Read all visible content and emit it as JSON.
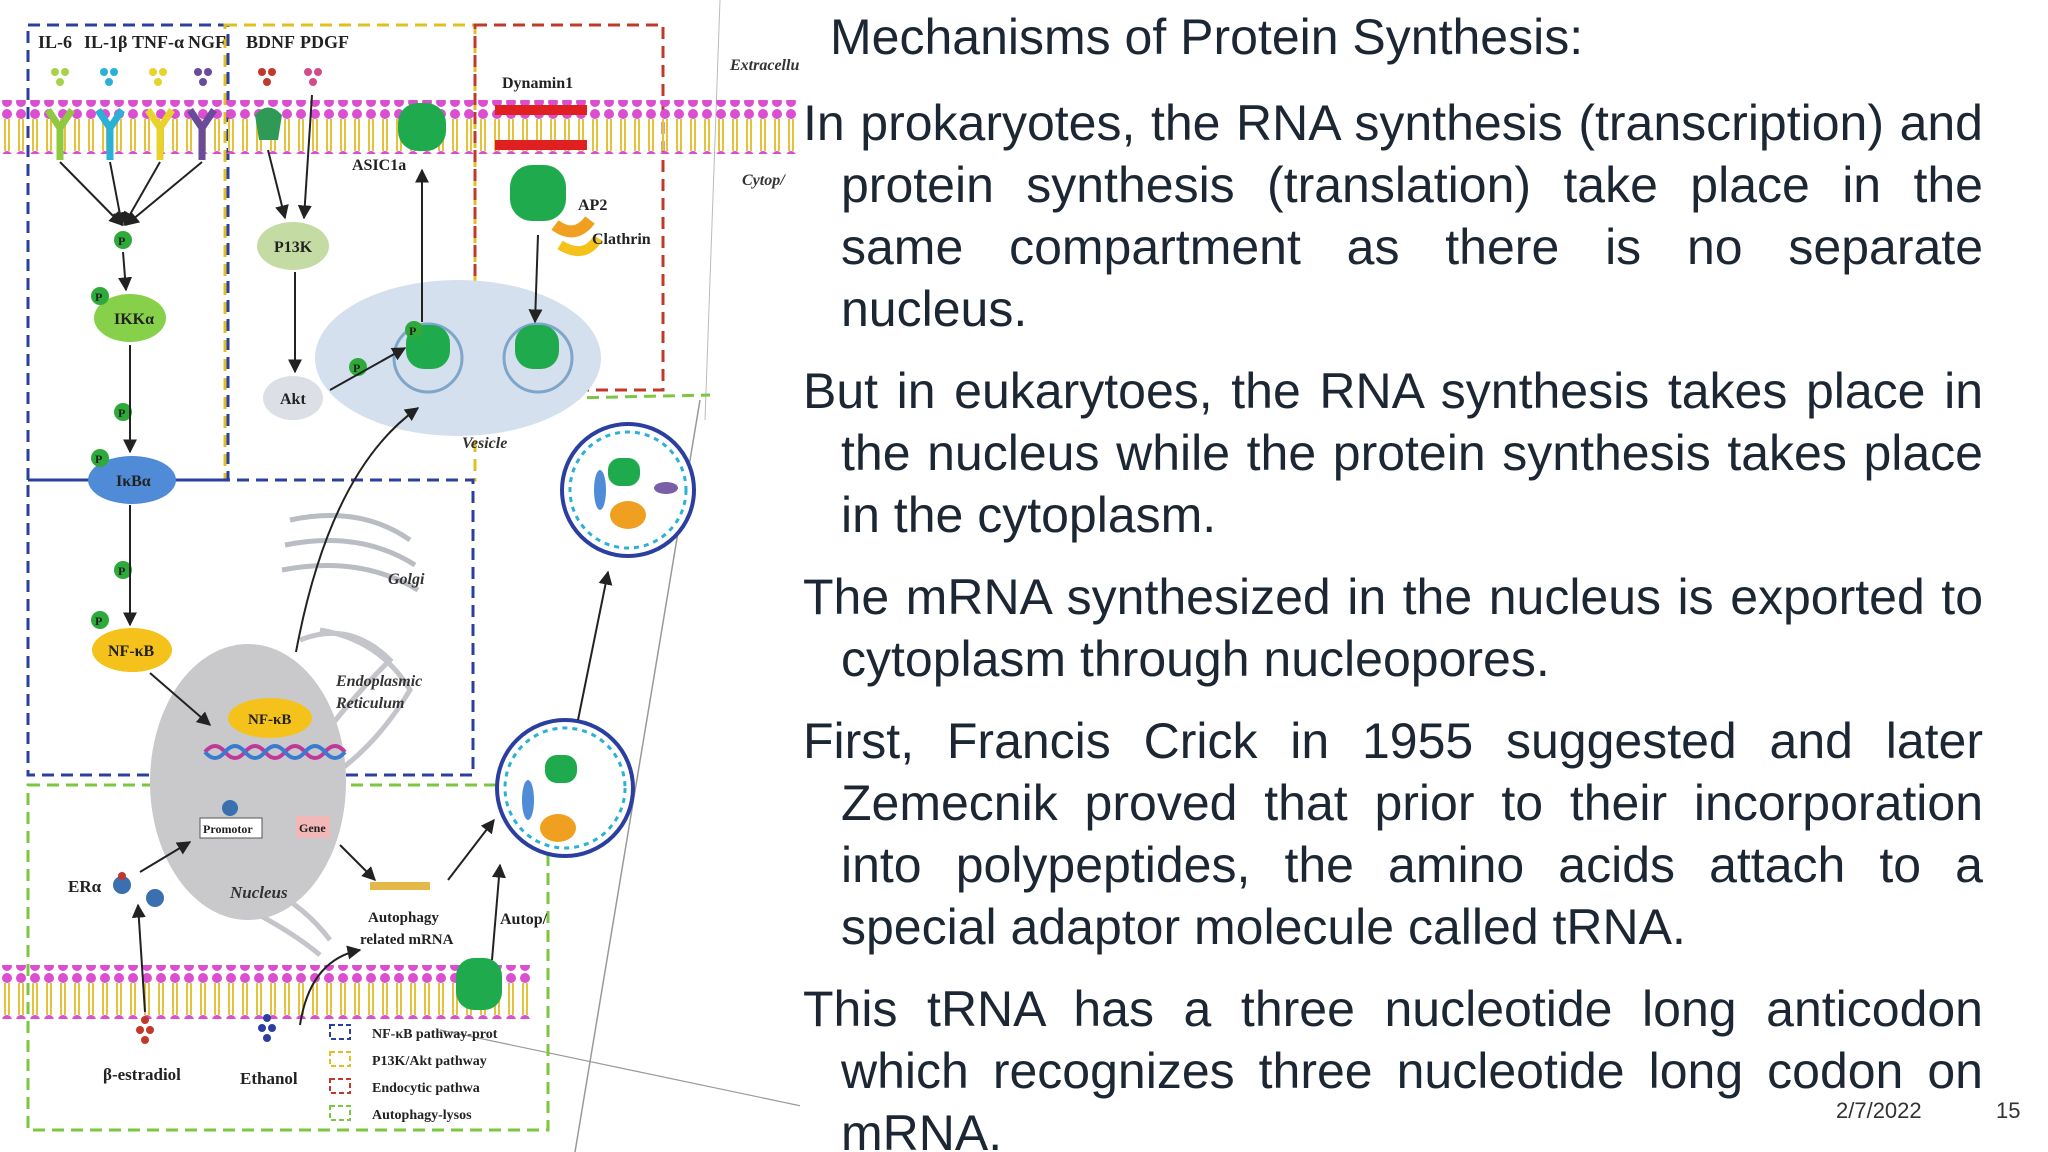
{
  "slide": {
    "title": "Mechanisms of Protein Synthesis:",
    "bullets": [
      "In prokaryotes, the RNA synthesis (transcription) and protein synthesis (translation) take place in the same compartment as there is no separate nucleus.",
      "But in eukarytoes, the RNA synthesis takes place in the nucleus while the protein synthesis takes place in the cytoplasm.",
      "The mRNA synthesized in the nucleus is exported to cytoplasm through nucleopores.",
      "First, Francis Crick in 1955 suggested and later Zemecnik proved that prior to their incorporation into polypeptides, the amino acids attach to a special adaptor molecule called tRNA.",
      "This tRNA has a three nucleotide long anticodon which recognizes three nucleotide long codon on mRNA."
    ],
    "date": "2/7/2022",
    "page_number": "15"
  },
  "figure": {
    "receptor_labels": [
      "IL-6",
      "IL-1β",
      "TNF-α",
      "NGF",
      "BDNF",
      "PDGF"
    ],
    "protein_labels": {
      "dynamin": "Dynamin1",
      "asic": "ASIC1a",
      "ap2": "AP2",
      "clathrin": "Clathrin",
      "pi3k": "P13K",
      "akt": "Akt",
      "ikka": "IKKα",
      "ikba": "IκBα",
      "nfkb": "NF-κB",
      "nfkb_nuclear": "NF-κB",
      "promotor": "Promotor",
      "gene": "Gene",
      "era": "ERα",
      "estradiol": "β-estradiol",
      "ethanol": "Ethanol",
      "autophagy_mrna_1": "Autophagy",
      "autophagy_mrna_2": "related mRNA",
      "autop": "Autop/",
      "phospho": "P"
    },
    "compartment_labels": {
      "extracellular": "Extracellular",
      "cytoplasm": "Cytop/",
      "vesicle": "Vesicle",
      "golgi": "Golgi",
      "er_1": "Endoplasmic",
      "er_2": "Reticulum",
      "nucleus": "Nucleus"
    },
    "legend": [
      {
        "label": "NF-κB pathway-prot",
        "color": "#2b3fa0"
      },
      {
        "label": "P13K/Akt pathway",
        "color": "#e0c020"
      },
      {
        "label": "Endocytic pathwa",
        "color": "#c0392b"
      },
      {
        "label": "Autophagy-lysos",
        "color": "#7dc642"
      }
    ],
    "colors": {
      "membrane": "#d94fd0",
      "channel": "#1faa4e",
      "nfkb": "#f5c21b",
      "ikba": "#4f8bd6",
      "ikka": "#86d04a",
      "nucleus": "#c9c9cb"
    }
  }
}
